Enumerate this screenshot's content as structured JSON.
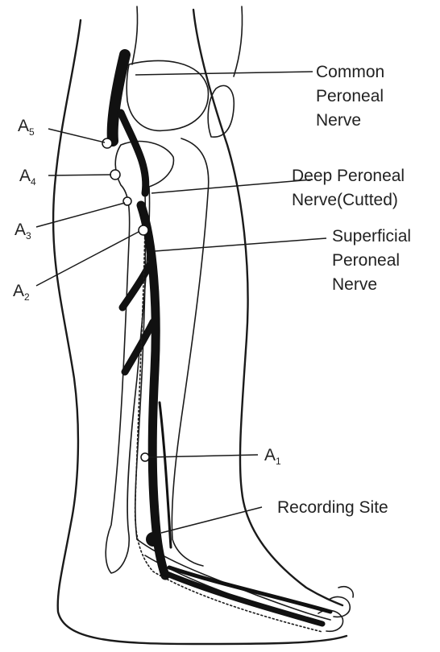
{
  "labels": {
    "common_peroneal": [
      "Common",
      "Peroneal",
      "Nerve"
    ],
    "deep_peroneal": [
      "Deep Peroneal",
      "Nerve(Cutted)"
    ],
    "superficial_peroneal": [
      "Superficial",
      "Peroneal",
      "Nerve"
    ],
    "recording_site": "Recording Site",
    "a1": {
      "letter": "A",
      "sub": "1"
    },
    "a2": {
      "letter": "A",
      "sub": "2"
    },
    "a3": {
      "letter": "A",
      "sub": "3"
    },
    "a4": {
      "letter": "A",
      "sub": "4"
    },
    "a5": {
      "letter": "A",
      "sub": "5"
    }
  }
}
